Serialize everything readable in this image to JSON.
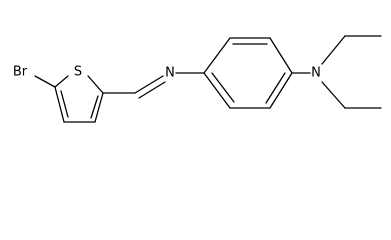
{
  "structure": {
    "atoms": {
      "br": "Br",
      "s": "S",
      "n_imine": "N",
      "n_amine": "N"
    },
    "colors": {
      "bond": "#000000",
      "label": "#000000",
      "background": "#ffffff"
    }
  }
}
